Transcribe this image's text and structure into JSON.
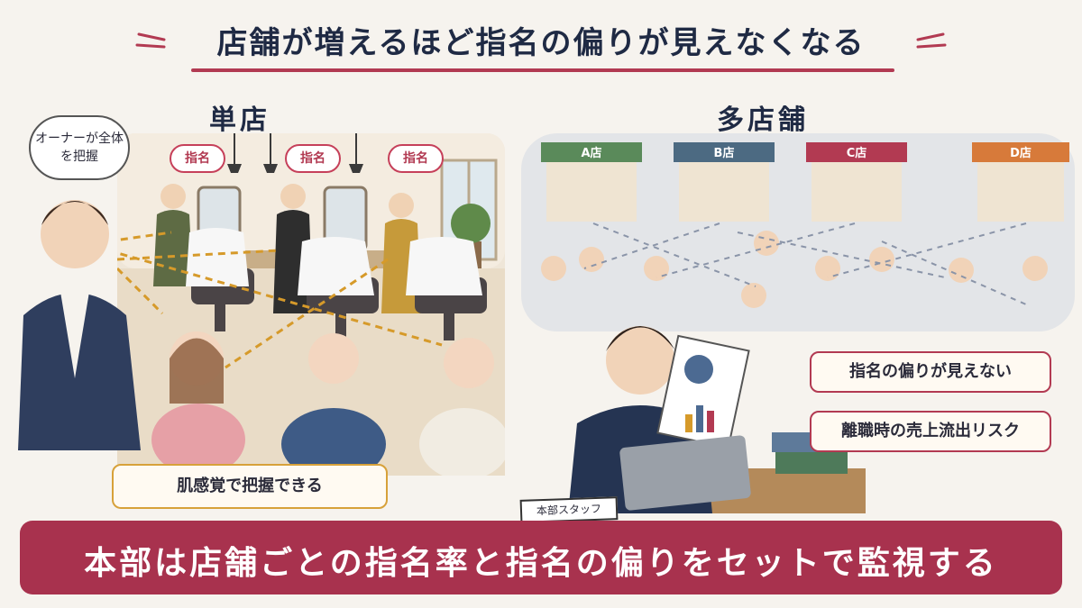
{
  "title": "店舗が増えるほど指名の偏りが見えなくなる",
  "left": {
    "heading": "単店",
    "owner_speech": "オーナーが全体を把握",
    "tags": [
      "指名",
      "指名",
      "指名"
    ],
    "callout": "肌感覚で把握できる"
  },
  "right": {
    "heading": "多店舗",
    "stores": [
      "A店",
      "B店",
      "C店",
      "D店"
    ],
    "callouts": [
      "指名の偏りが見えない",
      "離職時の売上流出リスク"
    ],
    "staff_sign": "本部スタッフ"
  },
  "banner": "本部は店舗ごとの指名率と指名の偏りをセットで監視する",
  "colors": {
    "accent": "#a8324e",
    "gold": "#d7a13a",
    "navy": "#1f2a44"
  }
}
